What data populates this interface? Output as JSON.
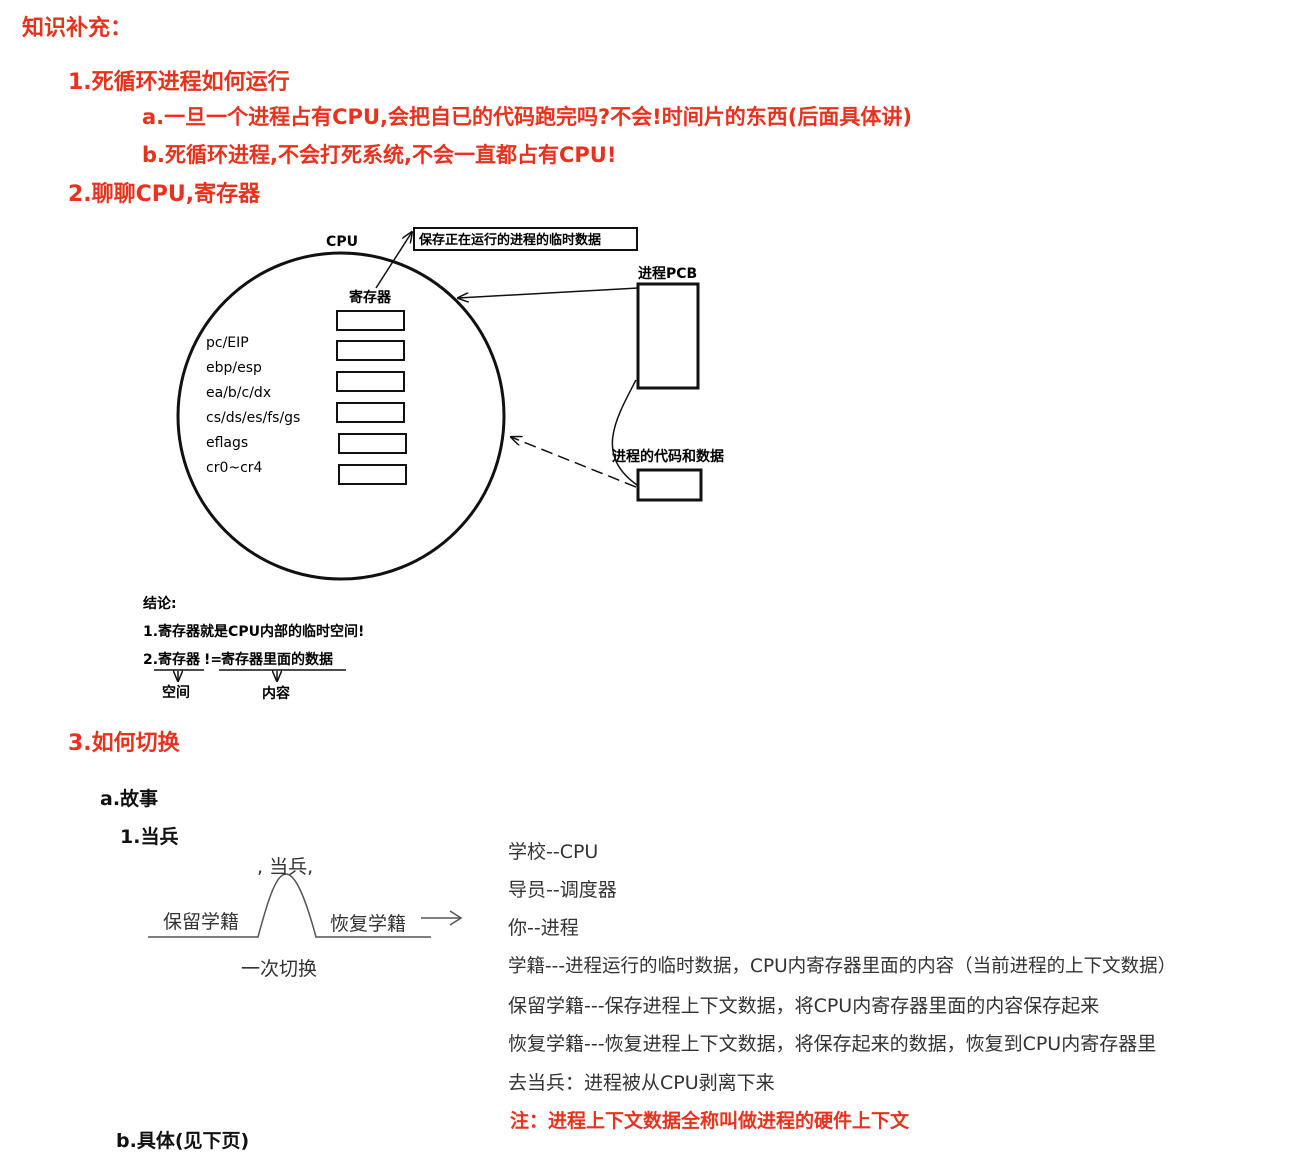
{
  "heading": "知识补充：",
  "sections": {
    "s1": {
      "title": "1.死循环进程如何运行",
      "a": "a.一旦一个进程占有CPU,会把自已的代码跑完吗?不会!时间片的东西(后面具体讲)",
      "b": "b.死循环进程,不会打死系统,不会一直都占有CPU!"
    },
    "s2": {
      "title": "2.聊聊CPU,寄存器"
    },
    "s3": {
      "title": "3.如何切换",
      "a": "a.故事",
      "a1": "1.当兵",
      "b": "b.具体(见下页)"
    }
  },
  "diagram": {
    "cpu_label": "CPU",
    "register_label": "寄存器",
    "temp_data_box": "保存正在运行的进程的临时数据",
    "pcb_label": "进程PCB",
    "code_data_label": "进程的代码和数据",
    "registers": [
      "pc/EIP",
      "ebp/esp",
      "ea/b/c/dx",
      "cs/ds/es/fs/gs",
      "eflags",
      "cr0~cr4"
    ],
    "conclusion_title": "结论:",
    "conclusion_1": "1.寄存器就是CPU内部的临时空间!",
    "conclusion_2_a": "2.寄存器",
    "conclusion_2_op": "!=",
    "conclusion_2_b": "寄存器里面的数据",
    "space_label": "空间",
    "content_label": "内容"
  },
  "story": {
    "soldier_label": ", 当兵,",
    "keep_label": "保留学籍",
    "restore_label": "恢复学籍",
    "switch_label": "一次切换"
  },
  "mapping": [
    "学校--CPU",
    "导员--调度器",
    "你--进程",
    "学籍---进程运行的临时数据，CPU内寄存器里面的内容（当前进程的上下文数据）",
    "保留学籍---保存进程上下文数据，将CPU内寄存器里面的内容保存起来",
    "恢复学籍---恢复进程上下文数据，将保存起来的数据，恢复到CPU内寄存器里",
    "去当兵：进程被从CPU剥离下来"
  ],
  "note": "注：进程上下文数据全称叫做进程的硬件上下文",
  "colors": {
    "accent": "#e8321e",
    "text": "#111111"
  }
}
